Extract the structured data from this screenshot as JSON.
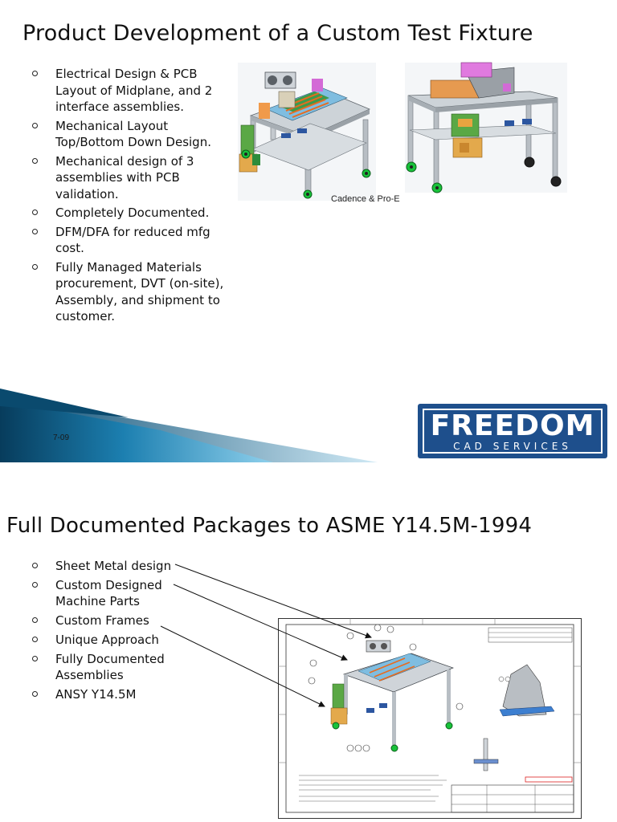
{
  "slide1": {
    "title": "Product Development of a Custom Test Fixture",
    "bullets": [
      "Electrical Design & PCB Layout of Midplane, and 2 interface assemblies.",
      "Mechanical Layout Top/Bottom Down Design.",
      "Mechanical design of 3 assemblies with PCB validation.",
      "Completely Documented.",
      "DFM/DFA for reduced mfg cost.",
      "Fully Managed Materials procurement, DVT (on-site), Assembly, and shipment to customer."
    ],
    "image_caption": "Cadence & Pro-E",
    "page_number": "7-09",
    "logo": {
      "top": "FREEDOM",
      "bottom": "CAD SERVICES"
    }
  },
  "slide2": {
    "title": "Full Documented Packages to ASME Y14.5M-1994",
    "bullets": [
      "Sheet Metal design",
      "Custom Designed Machine Parts",
      "Custom Frames",
      "Unique Approach",
      "Fully Documented Assemblies",
      "ANSY Y14.5M"
    ]
  },
  "colors": {
    "brand_blue": "#1e4f8c",
    "swoosh_dark": "#0a4a6e",
    "swoosh_light": "#3fa4d2"
  }
}
